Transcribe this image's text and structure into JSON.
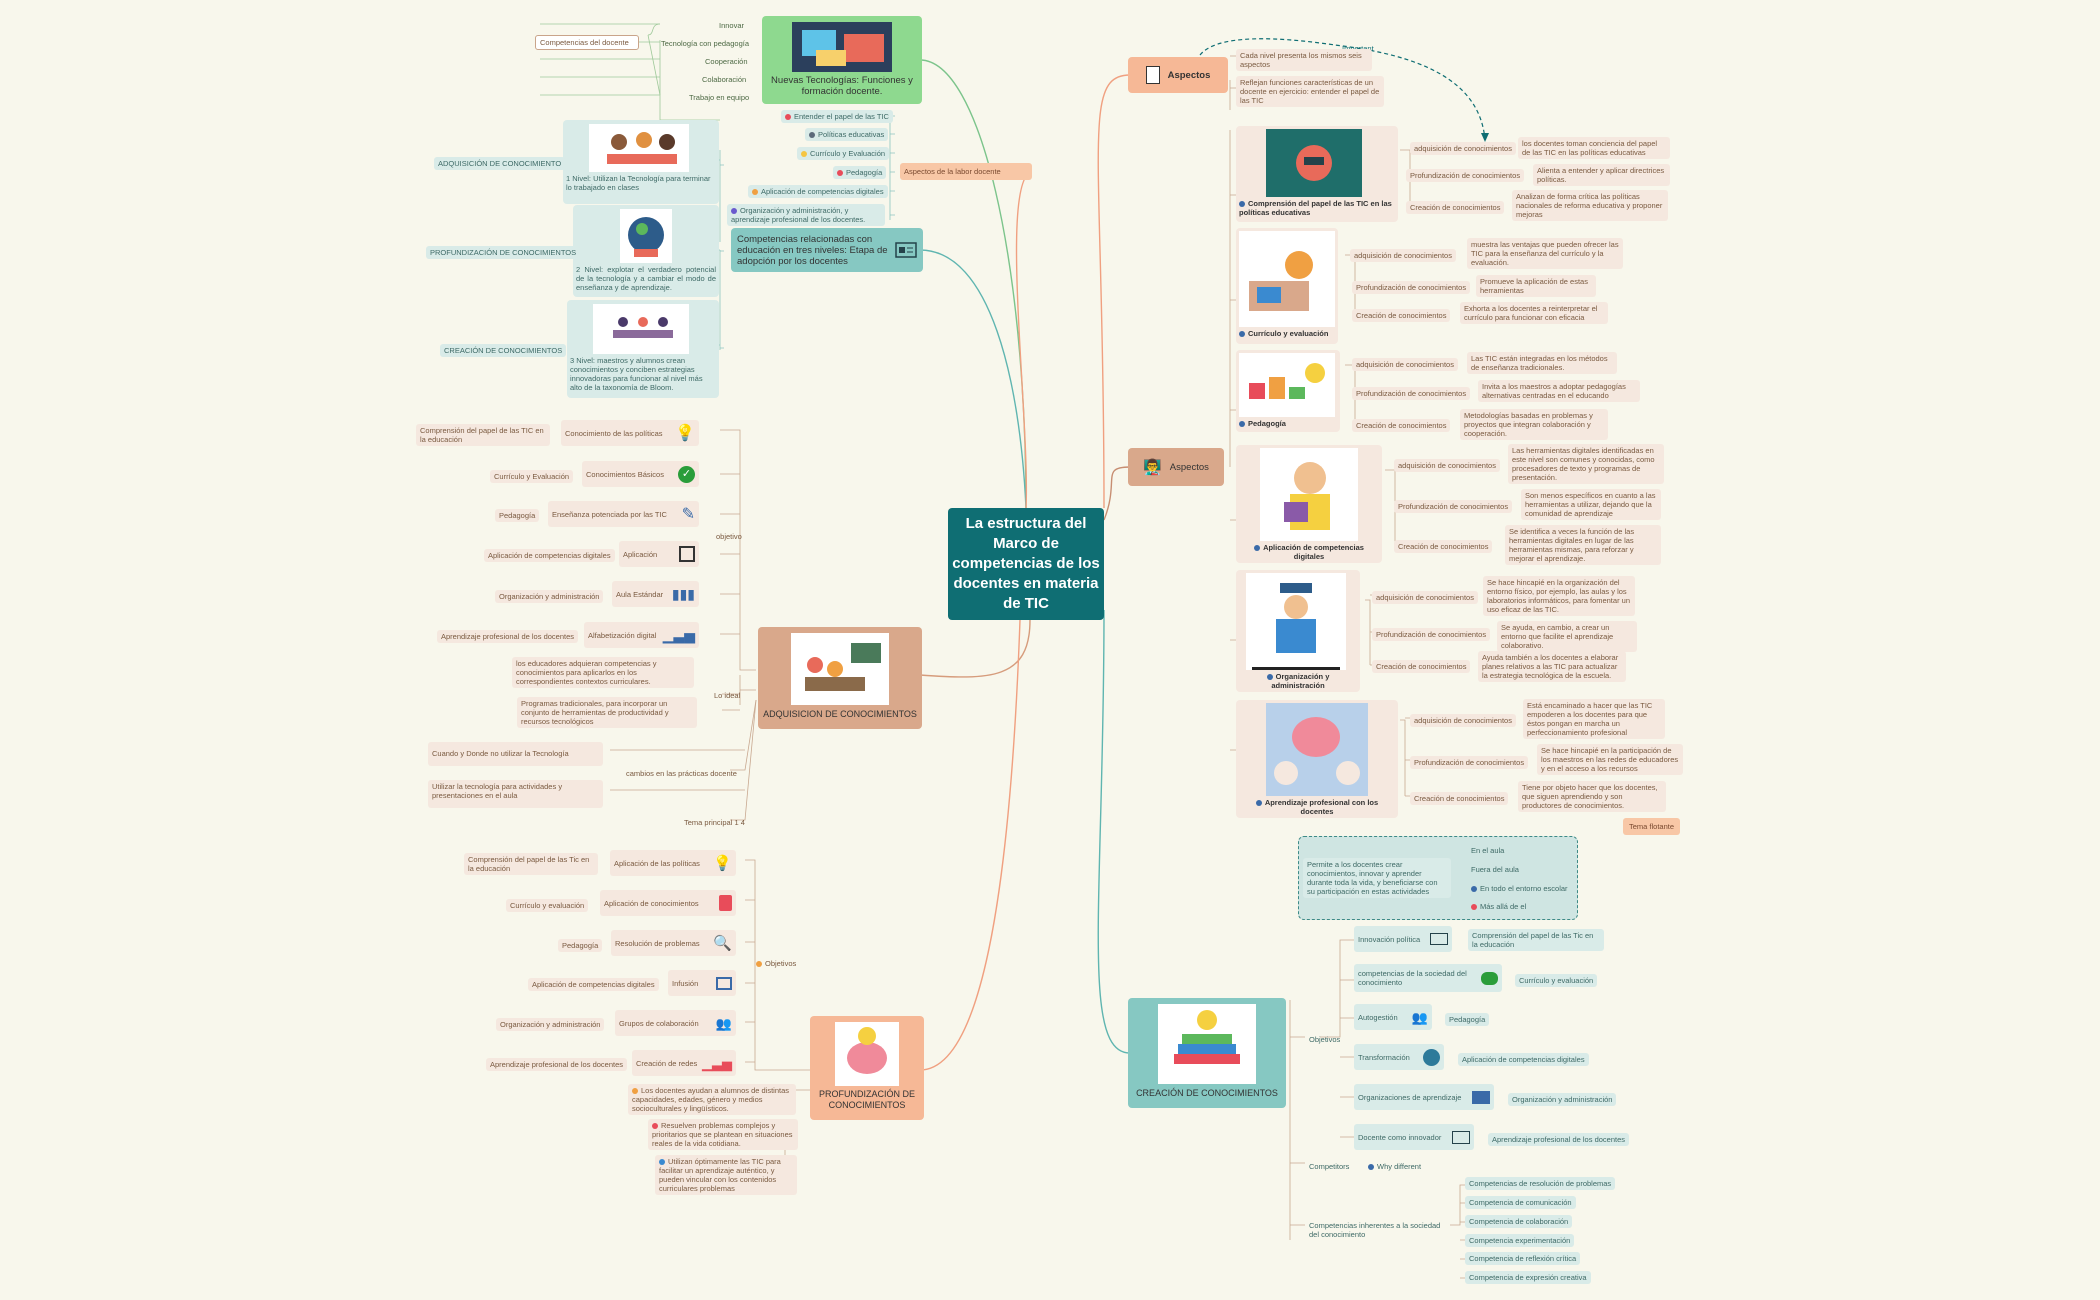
{
  "center": {
    "title": "La estructura del Marco de competencias de los docentes en materia de TIC"
  },
  "nuevas": {
    "title": "Nuevas Tecnologías: Funciones y formación docente.",
    "items": [
      "Innovar",
      "Tecnología con pedagogía",
      "Cooperación",
      "Colaboración",
      "Trabajo en equipo"
    ],
    "label": "Competencias del docente"
  },
  "labor": {
    "label": "Aspectos de la labor docente",
    "items": [
      "Entender el papel de las TIC",
      "Políticas educativas",
      "Currículo y Evaluación",
      "Pedagogía",
      "Aplicación de competencias digitales",
      "Organización y administración, y aprendizaje profesional de los docentes."
    ]
  },
  "niveles": {
    "title": "Competencias relacionadas con educación en tres niveles: Etapa de adopción por los docentes",
    "levels": [
      {
        "label": "ADQUISICIÓN DE CONOCIMIENTO",
        "text": "1 Nivel: Utilizan la Tecnología para terminar lo trabajado en clases"
      },
      {
        "label": "PROFUNDIZACIÓN DE CONOCIMIENTOS",
        "text": "2 Nivel: explotar el verdadero potencial de la tecnología y a cambiar el modo de enseñanza y de aprendizaje."
      },
      {
        "label": "CREACIÓN DE CONOCIMIENTOS",
        "text": "3 Nivel: maestros y alumnos crean conocimientos y conciben estrategias innovadoras para funcionar al nivel más alto de la taxonomía de Bloom."
      }
    ]
  },
  "adquisicion": {
    "title": "ADQUISICION DE CONOCIMIENTOS",
    "objetivo_label": "objetivo",
    "objetivos": [
      {
        "left": "Comprensión del papel de las TIC en la educación",
        "right": "Conocimiento de las políticas",
        "icon": "lightbulb-icon"
      },
      {
        "left": "Currículo y Evaluación",
        "right": "Conocimientos Básicos",
        "icon": "check-icon"
      },
      {
        "left": "Pedagogía",
        "right": "Enseñanza potenciada por las TIC",
        "icon": "pen-icon"
      },
      {
        "left": "Aplicación de competencias digitales",
        "right": "Aplicación",
        "icon": "app-icon"
      },
      {
        "left": "Organización y administración",
        "right": "Aula Estándar",
        "icon": "books-icon"
      },
      {
        "left": "Aprendizaje profesional de los docentes",
        "right": "Alfabetización digital",
        "icon": "chart-icon"
      }
    ],
    "ideas_label": "Lo ideal",
    "ideas": [
      "los educadores adquieran competencias y conocimientos para aplicarlos en los correspondientes contextos curriculares.",
      "Programas tradicionales, para incorporar un conjunto de herramientas de productividad y recursos tecnológicos"
    ],
    "cambios_label": "cambios en las prácticas docente",
    "cambios": [
      "Cuando y Donde no utilizar la Tecnología",
      "Utilizar la tecnología para actividades y presentaciones en el aula"
    ],
    "tema": "Tema principal 1 4"
  },
  "profundizacion": {
    "title": "PROFUNDIZACIÓN DE CONOCIMIENTOS",
    "objetivos_label": "Objetivos",
    "objetivos": [
      {
        "left": "Comprensión del papel de las Tic en la educación",
        "right": "Aplicación de las políticas",
        "icon": "lightbulb-icon"
      },
      {
        "left": "Currículo y evaluación",
        "right": "Aplicación de conocimientos",
        "icon": "book-icon"
      },
      {
        "left": "Pedagogía",
        "right": "Resolución de problemas",
        "icon": "magnifier-icon"
      },
      {
        "left": "Aplicación de competencias digitales",
        "right": "Infusión",
        "icon": "image-icon"
      },
      {
        "left": "Organización y administración",
        "right": "Grupos de colaboración",
        "icon": "group-icon"
      },
      {
        "left": "Aprendizaje profesional de los docentes",
        "right": "Creación de redes",
        "icon": "chart-icon"
      }
    ],
    "notes": [
      "Los docentes ayudan a alumnos de distintas capacidades, edades, género y medios socioculturales y lingüísticos.",
      "Resuelven problemas complejos y prioritarios que se plantean en situaciones reales de la vida cotidiana.",
      "Utilizan óptimamente las TIC para facilitar un aprendizaje auténtico, y pueden vincular con los contenidos curriculares problemas"
    ]
  },
  "aspectos_top": {
    "title": "Aspectos",
    "items": [
      "Cada nivel presenta los mismos seis aspectos",
      "Reflejan funciones características de un docente en ejercicio: entender el papel de las TIC"
    ],
    "rel": "Important"
  },
  "aspectos": {
    "title": "Aspectos",
    "topics": [
      {
        "title": "Comprensión del papel de las TIC en las políticas educativas",
        "rows": [
          {
            "k": "adquisición de conocimientos",
            "v": "los docentes toman conciencia del papel de las TIC en las políticas educativas"
          },
          {
            "k": "Profundización de conocimientos",
            "v": "Alienta a entender y aplicar directrices políticas."
          },
          {
            "k": "Creación de conocimientos",
            "v": "Analizan de forma crítica las políticas nacionales de reforma educativa y proponer mejoras"
          }
        ]
      },
      {
        "title": "Currículo y evaluación",
        "rows": [
          {
            "k": "adquisición de conocimientos",
            "v": "muestra las ventajas que pueden ofrecer las TIC para la enseñanza del currículo y la evaluación."
          },
          {
            "k": "Profundización de conocimientos",
            "v": "Promueve la aplicación de estas herramientas"
          },
          {
            "k": "Creación de conocimientos",
            "v": "Exhorta a los docentes a reinterpretar el currículo para funcionar con eficacia"
          }
        ]
      },
      {
        "title": "Pedagogía",
        "rows": [
          {
            "k": "adquisición de conocimientos",
            "v": "Las TIC están integradas en los métodos de enseñanza tradicionales."
          },
          {
            "k": "Profundización de conocimientos",
            "v": "Invita a los maestros a adoptar pedagogías alternativas centradas en el educando"
          },
          {
            "k": "Creación de conocimientos",
            "v": "Metodologías basadas en problemas y proyectos que integran colaboración y cooperación."
          }
        ]
      },
      {
        "title": "Aplicación de competencias digitales",
        "rows": [
          {
            "k": "adquisición de conocimientos",
            "v": "Las herramientas digitales identificadas en este nivel son comunes y conocidas, como procesadores de texto y programas de presentación."
          },
          {
            "k": "Profundización de conocimientos",
            "v": "Son menos específicos en cuanto a las herramientas a utilizar, dejando que la comunidad de aprendizaje"
          },
          {
            "k": "Creación de conocimientos",
            "v": "Se identifica a veces la función de las herramientas digitales en lugar de las herramientas mismas, para reforzar y mejorar el aprendizaje."
          }
        ]
      },
      {
        "title": "Organización y administración",
        "rows": [
          {
            "k": "adquisición de conocimientos",
            "v": "Se hace hincapié en la organización del entorno físico, por ejemplo, las aulas y los laboratorios informáticos, para fomentar un uso eficaz de las TIC."
          },
          {
            "k": "Profundización de conocimientos",
            "v": "Se ayuda, en cambio, a crear un entorno que facilite el aprendizaje colaborativo."
          },
          {
            "k": "Creación de conocimientos",
            "v": "Ayuda también a los docentes a elaborar planes relativos a las TIC para actualizar la estrategia tecnológica de la escuela."
          }
        ]
      },
      {
        "title": "Aprendizaje profesional con los docentes",
        "rows": [
          {
            "k": "adquisición de conocimientos",
            "v": "Está encaminado a hacer que las TIC empoderen a los docentes para que éstos pongan en marcha un perfeccionamiento profesional"
          },
          {
            "k": "Profundización de conocimientos",
            "v": "Se hace hincapié en la participación de los maestros en las redes de educadores y en el acceso a los recursos"
          },
          {
            "k": "Creación de conocimientos",
            "v": "Tiene por objeto hacer que los docentes, que siguen aprendiendo y son productores de conocimientos."
          }
        ]
      }
    ],
    "floating": "Tema flotante"
  },
  "creacion": {
    "title": "CREACIÓN DE CONOCIMIENTOS",
    "boundary_text": "Permite a los docentes crear conocimientos, innovar y aprender durante toda la vida, y beneficiarse con su participación en estas actividades",
    "boundary_items": [
      "En el aula",
      "Fuera del aula",
      "En todo el entorno escolar",
      "Más allá de el"
    ],
    "objetivos_label": "Objetivos",
    "objetivos": [
      {
        "left": "Innovación política",
        "right": "Comprensión del papel de las Tic en la educación",
        "icon": "mail-icon"
      },
      {
        "left": "competencias de la sociedad del conocimiento",
        "right": "Currículo y evaluación",
        "icon": "chat-icon"
      },
      {
        "left": "Autogestión",
        "right": "Pedagogía",
        "icon": "team-icon"
      },
      {
        "left": "Transformación",
        "right": "Aplicación de competencias digitales",
        "icon": "globe-icon"
      },
      {
        "left": "Organizaciones de aprendizaje",
        "right": "Organización y administración",
        "icon": "printer-icon"
      },
      {
        "left": "Docente como innovador",
        "right": "Aprendizaje profesional de los docentes",
        "icon": "board-icon"
      }
    ],
    "competitors_label": "Competitors",
    "why": "Why different",
    "inherentes_label": "Competencias inherentes a la sociedad del conocimiento",
    "inherentes": [
      "Competencias de resolución de problemas",
      "Competencia de comunicación",
      "Competencia de colaboración",
      "Competencia experimentación",
      "Competencia de reflexión crítica",
      "Competencia de expresión creativa"
    ]
  }
}
